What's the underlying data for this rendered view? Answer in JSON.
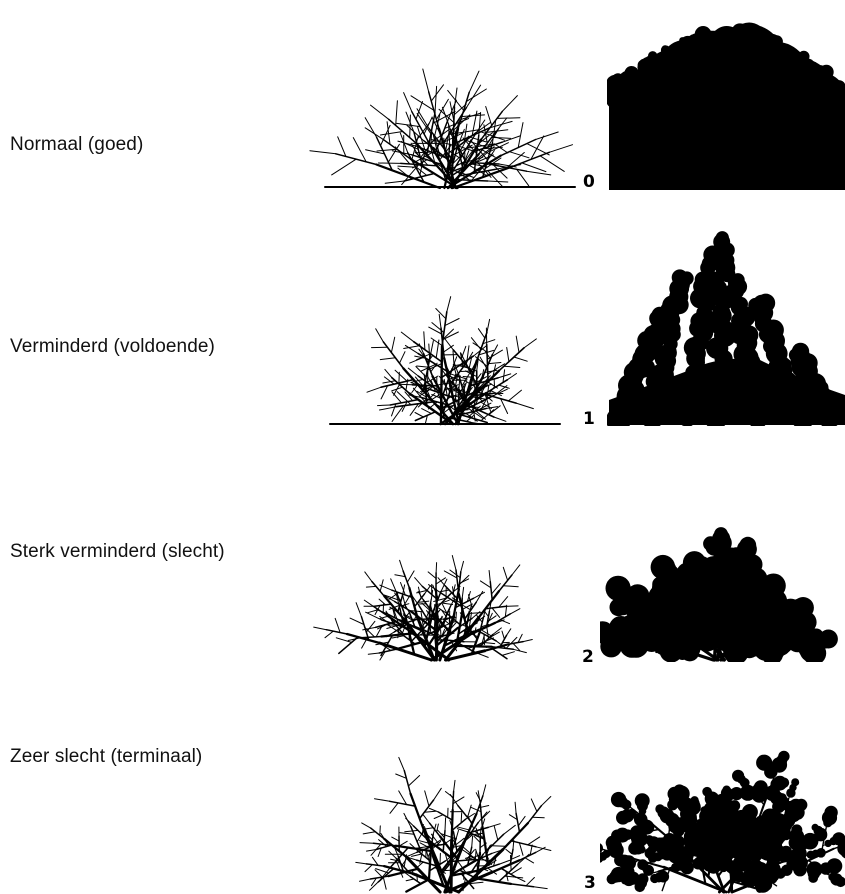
{
  "classes": [
    {
      "code": "0",
      "label": "Normaal (goed)"
    },
    {
      "code": "1",
      "label": "Verminderd (voldoende)"
    },
    {
      "code": "2",
      "label": "Sterk verminderd (slecht)"
    },
    {
      "code": "3",
      "label": "Zeer slecht (terminaal)"
    }
  ],
  "colors": {
    "ink": "#000000",
    "paper": "#ffffff"
  }
}
